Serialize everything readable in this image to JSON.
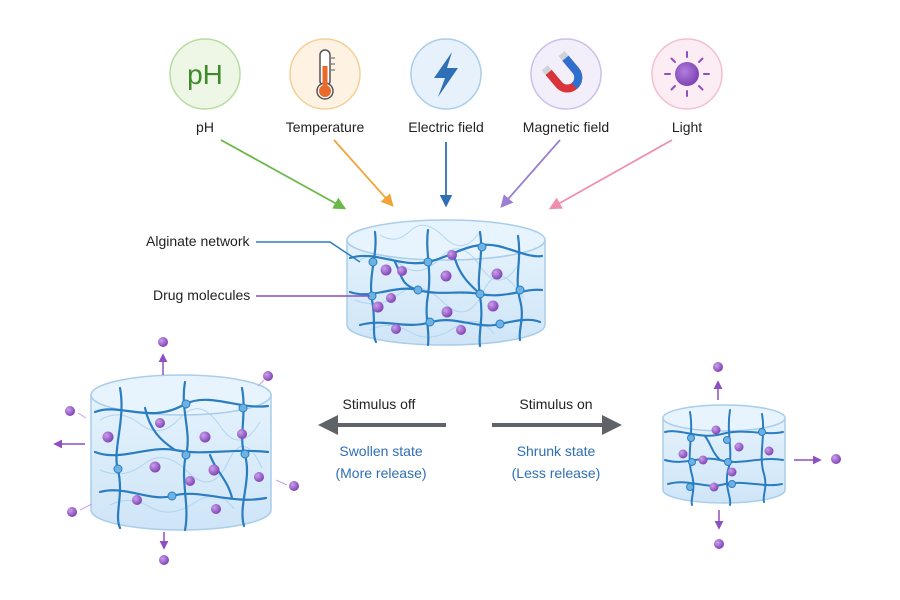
{
  "stimuli": [
    {
      "label": "pH",
      "icon_text": "pH",
      "icon": "ph-icon",
      "color": "#6bb84a"
    },
    {
      "label": "Temperature",
      "icon": "thermometer-icon",
      "color": "#f0a43a"
    },
    {
      "label": "Electric field",
      "icon": "lightning-bolt-icon",
      "color": "#2f6fb5"
    },
    {
      "label": "Magnetic field",
      "icon": "magnet-icon",
      "color": "#9b7fd0"
    },
    {
      "label": "Light",
      "icon": "sun-icon",
      "color": "#ef8fb0"
    }
  ],
  "callouts": {
    "network": "Alginate network",
    "drug": "Drug molecules"
  },
  "states": {
    "off_label": "Stimulus off",
    "off_state": "Swollen state",
    "off_release": "(More release)",
    "on_label": "Stimulus on",
    "on_state": "Shrunk state",
    "on_release": "(Less release)"
  },
  "colors": {
    "gel_fill": "#d7ebfa",
    "gel_stroke": "#a9cdea",
    "network": "#2a7dc0",
    "node": "#6cb3e3",
    "drug": "#8e4fc0",
    "arrow_gray": "#5f6368",
    "text_blue": "#2f6fb5"
  }
}
